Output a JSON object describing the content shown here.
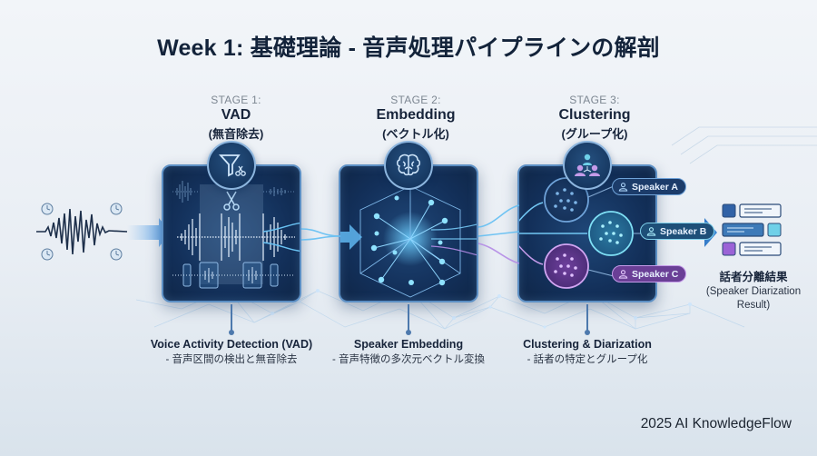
{
  "title": "Week 1: 基礎理論 - 音声処理パイプラインの解剖",
  "stages": [
    {
      "number": "STAGE 1:",
      "name": "VAD",
      "subtitle": "(無音除去)",
      "icon": "funnel-scissors-icon",
      "caption_title": "Voice Activity Detection (VAD)",
      "caption_sub": "- 音声区間の検出と無音除去"
    },
    {
      "number": "STAGE 2:",
      "name": "Embedding",
      "subtitle": "(ベクトル化)",
      "icon": "brain-icon",
      "caption_title": "Speaker Embedding",
      "caption_sub": "- 音声特徴の多次元ベクトル変換"
    },
    {
      "number": "STAGE 3:",
      "name": "Clustering",
      "subtitle": "(グループ化)",
      "icon": "group-people-icon",
      "caption_title": "Clustering & Diarization",
      "caption_sub": "- 話者の特定とグループ化"
    }
  ],
  "speakers": [
    {
      "label": "Speaker A",
      "color": "#3b6fb0"
    },
    {
      "label": "Speaker B",
      "color": "#4cc3e0"
    },
    {
      "label": "Speaker C",
      "color": "#9b63d6"
    }
  ],
  "result": {
    "title": "話者分離結果",
    "subtitle_line1": "(Speaker Diarization",
    "subtitle_line2": "Result)",
    "icon": "diarization-result-list-icon"
  },
  "input": {
    "icon": "audio-waveform-icon",
    "clock_icon": "clock-icon"
  },
  "footer": "2025 AI KnowledgeFlow",
  "colors": {
    "card_bg": "#13305a",
    "card_border": "#5c8fc4",
    "accent_cyan": "#4cc3e0",
    "accent_purple": "#9b63d6",
    "title_text": "#13233a"
  }
}
